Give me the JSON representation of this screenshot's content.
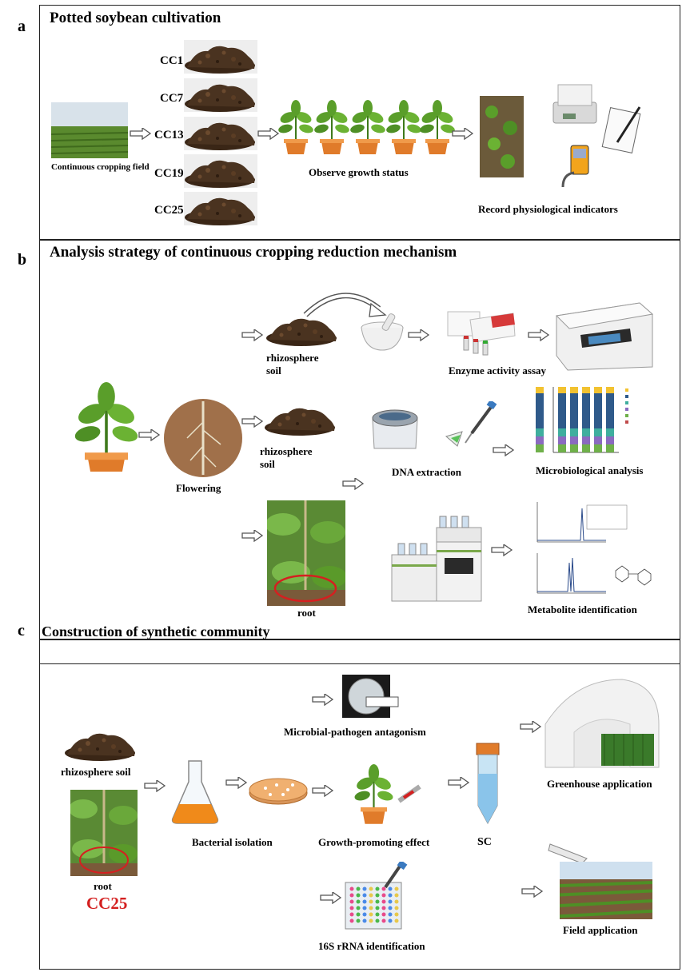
{
  "panels": {
    "a": {
      "letter": "a",
      "title": "Potted soybean cultivation",
      "field_label": "Continuous cropping field",
      "soil_samples": [
        "CC1",
        "CC7",
        "CC13",
        "CC19",
        "CC25"
      ],
      "observe_label": "Observe growth status",
      "record_label": "Record physiological indicators"
    },
    "b": {
      "letter": "b",
      "title": "Analysis strategy of continuous cropping reduction mechanism",
      "rhizo_top": "rhizosphere\nsoil",
      "enzyme_label": "Enzyme activity assay",
      "flowering_label": "Flowering",
      "rhizo_mid": "rhizosphere\nsoil",
      "dna_label": "DNA extraction",
      "micro_label": "Microbiological analysis",
      "root_label": "root",
      "metabolite_label": "Metabolite identification"
    },
    "c": {
      "letter": "c",
      "title": "Construction of synthetic community",
      "rhizo_label": "rhizosphere soil",
      "root_label": "root",
      "cc25_label": "CC25",
      "antagonism_label": "Microbial-pathogen antagonism",
      "isolation_label": "Bacterial isolation",
      "growth_label": "Growth-promoting effect",
      "sc_label": "SC",
      "greenhouse_label": "Greenhouse application",
      "rrna_label": "16S rRNA identification",
      "field_label": "Field application"
    }
  },
  "colors": {
    "soil": "#4a3320",
    "leaf": "#5a9e2a",
    "pot": "#e07b2a",
    "cc25_red": "#d42020",
    "arrow": "#555555"
  },
  "icons": [
    "soil-pile-icon",
    "potted-plant-icon",
    "arrow-icon",
    "mortar-icon",
    "plate-reader-icon",
    "centrifuge-icon",
    "pipette-icon",
    "hplc-icon",
    "flask-icon",
    "petri-dish-icon",
    "tube-icon",
    "greenhouse-icon",
    "well-plate-icon",
    "balance-icon",
    "notebook-icon",
    "meter-icon"
  ]
}
